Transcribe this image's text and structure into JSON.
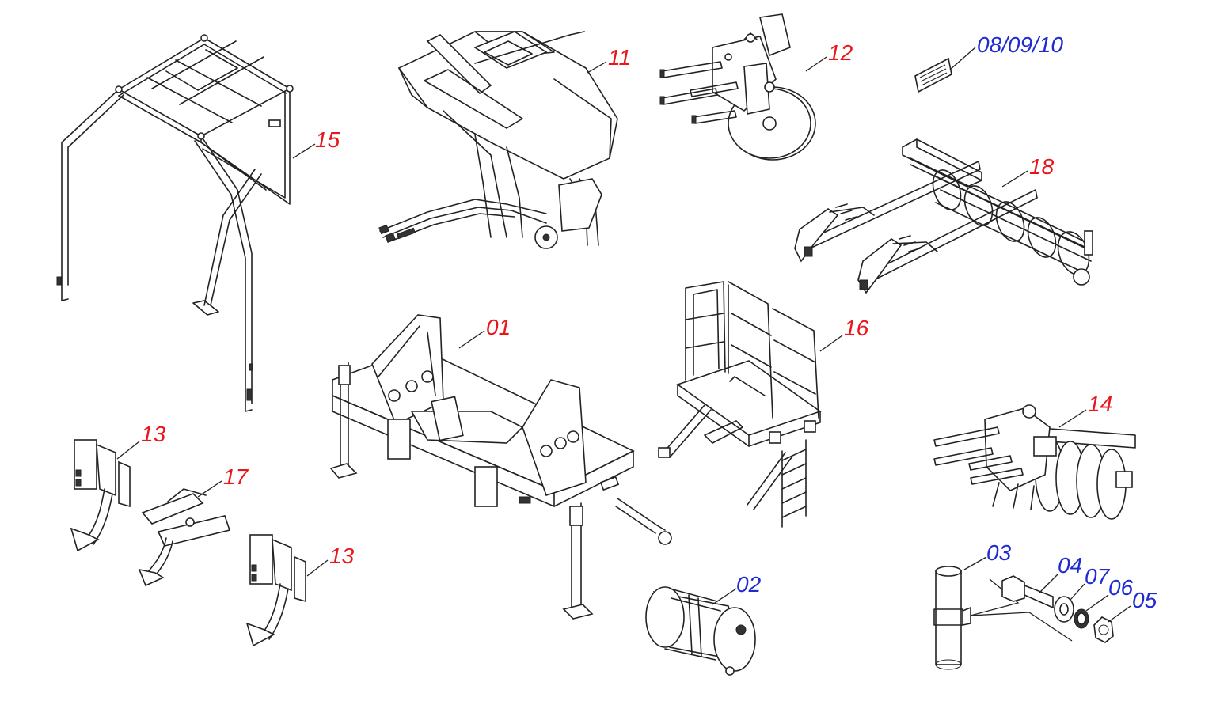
{
  "colors": {
    "assembly_label": "#e8161b",
    "hardware_label": "#1f2bd1",
    "line": "#222222",
    "background": "#ffffff"
  },
  "callouts": {
    "p01": "01",
    "p02": "02",
    "p03": "03",
    "p04": "04",
    "p05": "05",
    "p06": "06",
    "p07": "07",
    "p080910": "08/09/10",
    "p11": "11",
    "p12": "12",
    "p13a": "13",
    "p13b": "13",
    "p14": "14",
    "p15": "15",
    "p16": "16",
    "p17": "17",
    "p18": "18"
  },
  "parts": [
    {
      "id": "01",
      "name": "main-frame"
    },
    {
      "id": "02",
      "name": "cylindrical-tank"
    },
    {
      "id": "03",
      "name": "tube-sleeve"
    },
    {
      "id": "04",
      "name": "hex-bolt"
    },
    {
      "id": "05",
      "name": "hex-nut"
    },
    {
      "id": "06",
      "name": "lock-washer"
    },
    {
      "id": "07",
      "name": "flat-washer"
    },
    {
      "id": "08/09/10",
      "name": "decal-plate"
    },
    {
      "id": "11",
      "name": "seed-hopper"
    },
    {
      "id": "12",
      "name": "disc-coulter-unit"
    },
    {
      "id": "13",
      "name": "subsoiler-shank"
    },
    {
      "id": "14",
      "name": "disc-harrow-gang"
    },
    {
      "id": "15",
      "name": "hopper-support-frame"
    },
    {
      "id": "16",
      "name": "platform-with-ladder"
    },
    {
      "id": "17",
      "name": "shank-with-bracket"
    },
    {
      "id": "18",
      "name": "cage-roller"
    }
  ]
}
